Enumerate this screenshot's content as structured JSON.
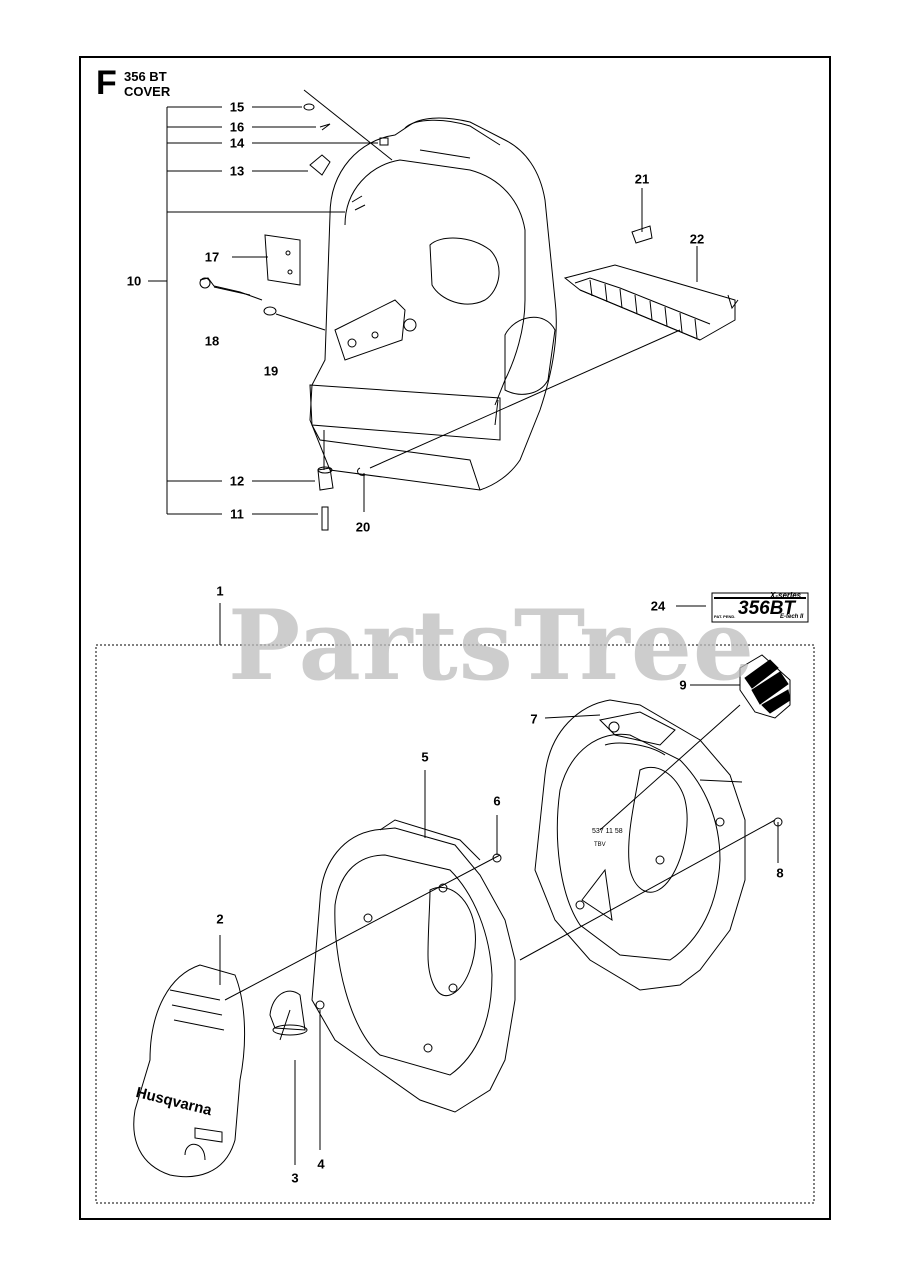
{
  "header": {
    "section_letter": "F",
    "model": "356 BT",
    "section_name": "COVER"
  },
  "watermark": "PartsTree",
  "callouts": [
    {
      "id": "15",
      "label": "15"
    },
    {
      "id": "16",
      "label": "16"
    },
    {
      "id": "14",
      "label": "14"
    },
    {
      "id": "13",
      "label": "13"
    },
    {
      "id": "10",
      "label": "10"
    },
    {
      "id": "17",
      "label": "17"
    },
    {
      "id": "18",
      "label": "18"
    },
    {
      "id": "19",
      "label": "19"
    },
    {
      "id": "12",
      "label": "12"
    },
    {
      "id": "11",
      "label": "11"
    },
    {
      "id": "20",
      "label": "20"
    },
    {
      "id": "21",
      "label": "21"
    },
    {
      "id": "22",
      "label": "22"
    },
    {
      "id": "1",
      "label": "1"
    },
    {
      "id": "24",
      "label": "24"
    },
    {
      "id": "9",
      "label": "9"
    },
    {
      "id": "7",
      "label": "7"
    },
    {
      "id": "5",
      "label": "5"
    },
    {
      "id": "6",
      "label": "6"
    },
    {
      "id": "8",
      "label": "8"
    },
    {
      "id": "2",
      "label": "2"
    },
    {
      "id": "3",
      "label": "3"
    },
    {
      "id": "4",
      "label": "4"
    }
  ],
  "decal_24": {
    "series": "X-series",
    "model": "356BT",
    "patent": "PAT. PEND.",
    "tech": "E-tech II"
  },
  "part_markings": {
    "fan_cover_brand": "Husqvarna",
    "housing_number": "537 11 58",
    "housing_sub": "TBV"
  },
  "colors": {
    "line": "#000000",
    "frame": "#000000",
    "watermark": "#bdbdbd",
    "part_fill": "#ffffff",
    "part_shade": "#e6e6e6"
  }
}
